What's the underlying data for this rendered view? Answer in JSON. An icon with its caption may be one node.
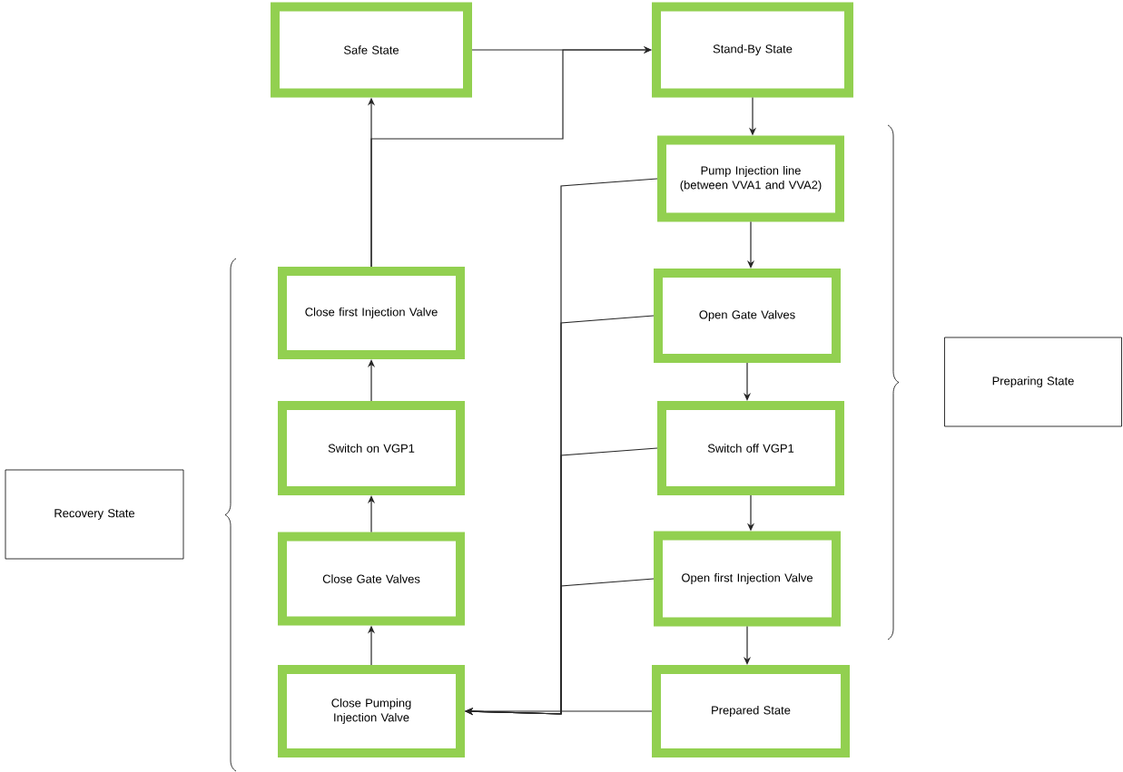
{
  "diagram": {
    "nodes": [
      {
        "text": [
          "Safe State"
        ]
      },
      {
        "text": [
          "Stand-By State"
        ]
      },
      {
        "text": [
          "Pump Injection line (between VVA1 and VVA2)"
        ]
      },
      {
        "text": [
          "Open Gate Valves"
        ]
      },
      {
        "text": [
          "Switch off VGP1"
        ]
      },
      {
        "text": [
          "Open first Injection Valve"
        ]
      },
      {
        "text": [
          "Prepared State"
        ]
      },
      {
        "text": [
          "Close Pumping Injection Valve"
        ]
      },
      {
        "text": [
          "Close Gate Valves"
        ]
      },
      {
        "text": [
          "Switch on VGP1"
        ]
      },
      {
        "text": [
          "Close first Injection Valve"
        ]
      },
      {
        "text": [
          "Recovery State"
        ]
      },
      {
        "text": [
          "Preparing State"
        ]
      }
    ],
    "edges": [
      {
        "from": 0,
        "to": 1,
        "arrow": "to"
      },
      {
        "from": 10,
        "to": 0,
        "arrow": "to"
      },
      {
        "from": 10,
        "to": 1,
        "arrow": "to"
      },
      {
        "from": 1,
        "to": 2,
        "arrow": "to"
      },
      {
        "from": 2,
        "to": 3,
        "arrow": "to"
      },
      {
        "from": 3,
        "to": 4,
        "arrow": "to"
      },
      {
        "from": 4,
        "to": 5,
        "arrow": "to"
      },
      {
        "from": 5,
        "to": 6,
        "arrow": "to"
      },
      {
        "from": 2,
        "to": 7,
        "arrow": "to"
      },
      {
        "from": 3,
        "to": 7,
        "arrow": "to"
      },
      {
        "from": 4,
        "to": 7,
        "arrow": "to"
      },
      {
        "from": 5,
        "to": 7,
        "arrow": "to"
      },
      {
        "from": 6,
        "to": 7,
        "arrow": "to"
      },
      {
        "from": 7,
        "to": 8,
        "arrow": "to"
      },
      {
        "from": 8,
        "to": 9,
        "arrow": "to"
      },
      {
        "from": 9,
        "to": 10,
        "arrow": "to"
      }
    ]
  }
}
